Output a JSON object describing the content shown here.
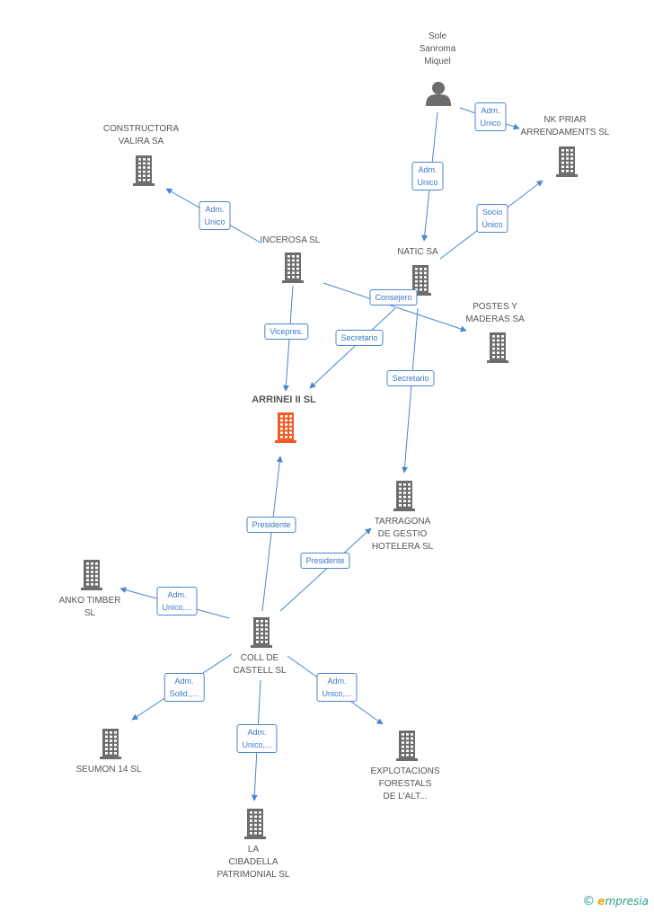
{
  "colors": {
    "edge": "#4a86cf",
    "company": "#6d6d6d",
    "main_company": "#f15a24",
    "person": "#6d6d6d"
  },
  "nodes": [
    {
      "id": "sole",
      "type": "person",
      "label": "Sole\nSanroma\nMiquel"
    },
    {
      "id": "nkpriar",
      "type": "company",
      "label": "NK PRIAR\nARRENDAMENTS SL"
    },
    {
      "id": "constructora",
      "type": "company",
      "label": "CONSTRUCTORA\nVALIRA SA"
    },
    {
      "id": "incerosa",
      "type": "company",
      "label": "INCEROSA  SL"
    },
    {
      "id": "natic",
      "type": "company",
      "label": "NATIC SA"
    },
    {
      "id": "postes",
      "type": "company",
      "label": "POSTES Y\nMADERAS SA"
    },
    {
      "id": "arrinei",
      "type": "main",
      "label": "ARRINEI II SL"
    },
    {
      "id": "tarragona",
      "type": "company",
      "label": "TARRAGONA\nDE GESTIO\nHOTELERA SL"
    },
    {
      "id": "anko",
      "type": "company",
      "label": "ANKO TIMBER\nSL"
    },
    {
      "id": "coll",
      "type": "company",
      "label": "COLL DE\nCASTELL SL"
    },
    {
      "id": "seumon",
      "type": "company",
      "label": "SEUMON 14  SL"
    },
    {
      "id": "explotacions",
      "type": "company",
      "label": "EXPLOTACIONS\nFORESTALS\nDE L'ALT..."
    },
    {
      "id": "cibadella",
      "type": "company",
      "label": "LA\nCIBADELLA\nPATRIMONIAL SL"
    }
  ],
  "edges": [
    {
      "from": "sole",
      "to": "nkpriar",
      "label": "Adm.\nUnico"
    },
    {
      "from": "sole",
      "to": "natic",
      "label": "Adm.\nUnico"
    },
    {
      "from": "natic",
      "to": "nkpriar",
      "label": "Socio\nÚnico"
    },
    {
      "from": "incerosa",
      "to": "constructora",
      "label": "Adm.\nUnico"
    },
    {
      "from": "incerosa",
      "to": "arrinei",
      "label": "Vicepres."
    },
    {
      "from": "incerosa",
      "to": "postes",
      "label": "Consejero"
    },
    {
      "from": "natic",
      "to": "arrinei",
      "label": "Secretario"
    },
    {
      "from": "natic",
      "to": "tarragona",
      "label": "Secretario"
    },
    {
      "from": "coll",
      "to": "arrinei",
      "label": "Presidente"
    },
    {
      "from": "coll",
      "to": "tarragona",
      "label": "Presidente"
    },
    {
      "from": "coll",
      "to": "anko",
      "label": "Adm.\nUnico,..."
    },
    {
      "from": "coll",
      "to": "seumon",
      "label": "Adm.\nSolid.,..."
    },
    {
      "from": "coll",
      "to": "cibadella",
      "label": "Adm.\nUnico,..."
    },
    {
      "from": "coll",
      "to": "explotacions",
      "label": "Adm.\nUnico,..."
    }
  ],
  "brand": {
    "copyright": "©",
    "initial": "e",
    "rest": "mpresia"
  }
}
